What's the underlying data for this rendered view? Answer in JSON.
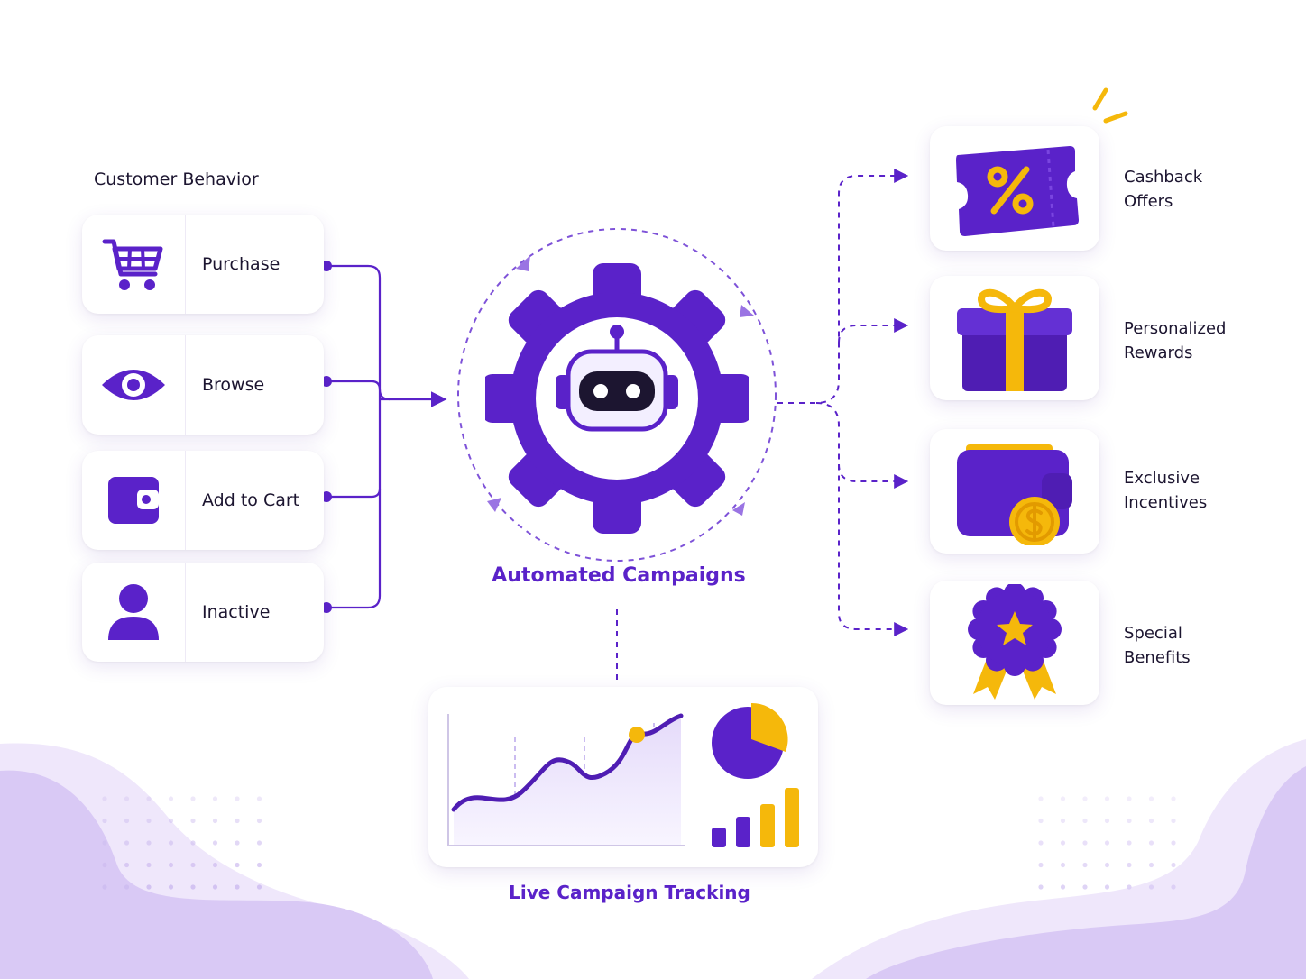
{
  "diagram": {
    "behavior_title": "Customer Behavior",
    "behaviors": [
      {
        "label": "Purchase",
        "icon": "shopping-cart-icon"
      },
      {
        "label": "Browse",
        "icon": "eye-icon"
      },
      {
        "label": "Add to Cart",
        "icon": "wallet-icon"
      },
      {
        "label": "Inactive",
        "icon": "user-icon"
      }
    ],
    "hub_title": "Automated Campaigns",
    "hub_icon": "robot-gear-icon",
    "rewards": [
      {
        "label": "Cashback\nOffers",
        "icon": "percent-ticket-icon"
      },
      {
        "label": "Personalized\nRewards",
        "icon": "gift-box-icon"
      },
      {
        "label": "Exclusive\nIncentives",
        "icon": "wallet-coin-icon"
      },
      {
        "label": "Special\nBenefits",
        "icon": "award-badge-icon"
      }
    ],
    "tracking_title": "Live Campaign Tracking",
    "tracking_icons": [
      "line-chart-icon",
      "pie-chart-icon",
      "bar-chart-icon"
    ],
    "colors": {
      "primary": "#5a22c9",
      "accent": "#f5b80b",
      "lavender": "#d8c8f6"
    }
  }
}
